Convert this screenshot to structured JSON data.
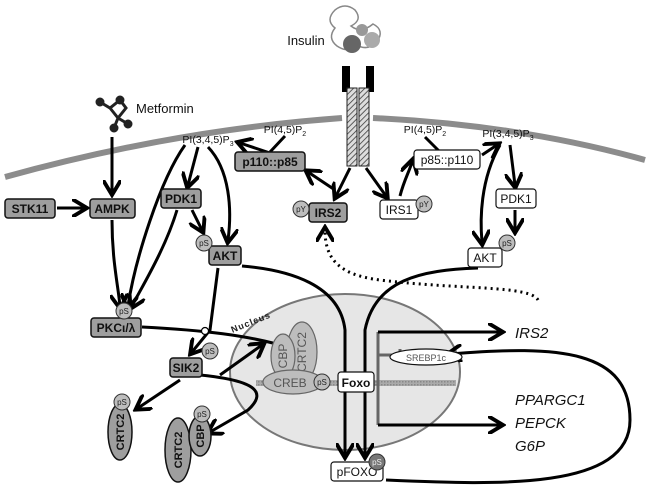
{
  "ligand": {
    "insulin": "Insulin",
    "metformin": "Metformin"
  },
  "lipids": {
    "pip3_left": {
      "main": "PI(3,4,5)P",
      "sub": "3"
    },
    "pip2_left": {
      "main": "PI(4,5)P",
      "sub": "2"
    },
    "pip2_right": {
      "main": "PI(4,5)P",
      "sub": "2"
    },
    "pip3_right": {
      "main": "PI(3,4,5)P",
      "sub": "3"
    }
  },
  "nodes": {
    "p110_p85": "p110::p85",
    "p85_p110": "p85::p110",
    "stk11": "STK11",
    "ampk": "AMPK",
    "pdk1_left": "PDK1",
    "pdk1_right": "PDK1",
    "irs2": "IRS2",
    "irs1": "IRS1",
    "akt_left": "AKT",
    "akt_right": "AKT",
    "pkc": "PKCι/λ",
    "sik2": "SIK2",
    "crtc2_phospho": "CRTC2",
    "crtc2_complex": "CRTC2",
    "cbp_complex": "CBP",
    "pfoxo": "pFOXO"
  },
  "modifications": {
    "py": "pY",
    "ps": "pS"
  },
  "nucleus": {
    "label": "Nucleus",
    "cbp": "CBP",
    "crtc2": "CRTC2",
    "creb": "CREB",
    "foxo": "Foxo",
    "srebp1c": "SREBP1c"
  },
  "genes": {
    "irs2": "IRS2",
    "targets": [
      "PPARGC1",
      "PEPCK",
      "G6P"
    ]
  },
  "colors": {
    "complex_fill": "#9e9e9e",
    "membrane": "#8c8c8c",
    "nucleus_fill": "#e6e6e6",
    "pfoxo_ps": "#777777"
  }
}
